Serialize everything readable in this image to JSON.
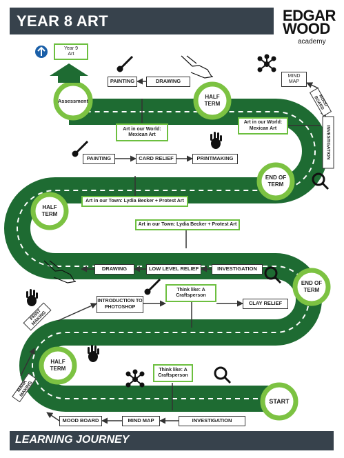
{
  "header": {
    "title": "YEAR 8 ART"
  },
  "footer": {
    "title": "LEARNING JOURNEY"
  },
  "logo": {
    "line1": "EDGAR",
    "line2": "WOOD",
    "line3": "academy"
  },
  "nodes": {
    "start": "START",
    "half_term_1": "HALF TERM",
    "end_of_term_1": "END OF TERM",
    "half_term_2": "HALF TERM",
    "end_of_term_2": "END OF TERM",
    "half_term_3": "HALF TERM",
    "assessment": "Assessment",
    "year9": "Year 9 Art"
  },
  "row1": {
    "investigation": "INVESTIGATION",
    "mind_map": "MIND MAP",
    "mood_board": "MOOD BOARD",
    "mark_making": "MARK MAKING",
    "think_like": "Think like: A Craftsperson"
  },
  "row2": {
    "print_making": "PRINT MAKING",
    "intro_photoshop": "INTRODUCTION TO PHOTOSHOP",
    "think_like": "Think like: A Craftsperson",
    "clay_relief": "CLAY RELIEF"
  },
  "row3": {
    "investigation": "INVESTIGATION",
    "low_level_relief": "LOW LEVEL RELIEF",
    "drawing": "DRAWING",
    "town_topic": "Art in our Town: Lydia Becker + Protest Art"
  },
  "row4": {
    "town_topic": "Art in our Town: Lydia Becker + Protest Art",
    "painting": "PAINTING",
    "card_relief": "CARD RELIEF",
    "printmaking": "PRINTMAKING"
  },
  "row5": {
    "world_topic_right": "Art in our World: Mexican Art",
    "investigation": "INVESTIGATION",
    "mood_board": "MOOD BOARD",
    "mind_map": "MIND MAP",
    "world_topic_left": "Art in our World: Mexican Art",
    "painting": "PAINTING",
    "drawing": "DRAWING"
  },
  "colors": {
    "road": "#1e6b32",
    "ring": "#7cc242",
    "header": "#37424c",
    "arrow": "#1a5fa8"
  }
}
